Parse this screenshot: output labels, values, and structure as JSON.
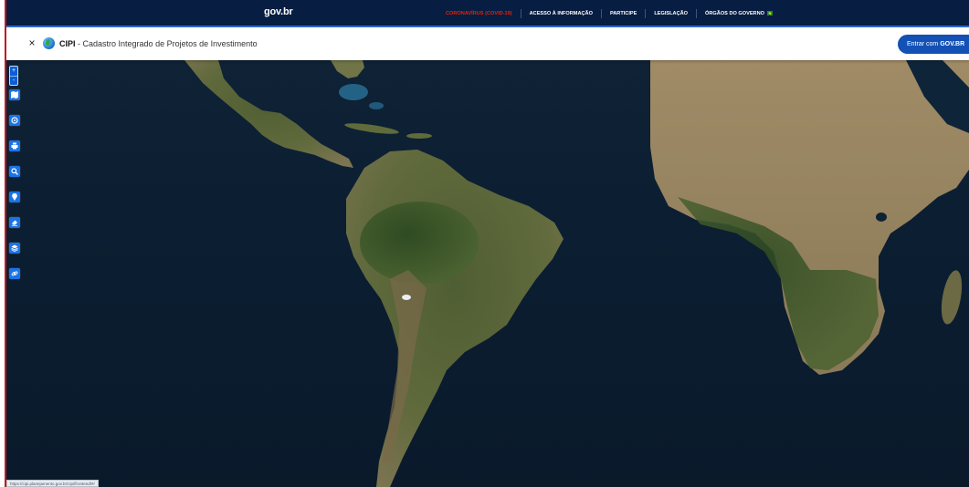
{
  "govbar": {
    "logo": "gov.br",
    "links": [
      {
        "label": "CORONAVÍRUS (COVID-19)",
        "alert": true
      },
      {
        "label": "ACESSO À INFORMAÇÃO",
        "alert": false
      },
      {
        "label": "PARTICIPE",
        "alert": false
      },
      {
        "label": "LEGISLAÇÃO",
        "alert": false
      },
      {
        "label": "ÓRGÃOS DO GOVERNO",
        "alert": false
      }
    ]
  },
  "header": {
    "close_symbol": "×",
    "title_strong": "CIPI",
    "title_rest": " - Cadastro Integrado de Projetos de Investimento",
    "login_prefix": "Entrar com ",
    "login_strong": "GOV.BR"
  },
  "map_toolbar": {
    "zoom_in": "+",
    "zoom_out": "-",
    "tools": [
      "map-icon",
      "target-icon",
      "print-icon",
      "search-icon",
      "pin-icon",
      "eraser-icon",
      "layers-icon",
      "link-icon"
    ]
  },
  "status_bar": {
    "url": "https://cipi.planejamento.gov.br/cipi/frontend/#/"
  },
  "colors": {
    "govbar_bg": "#071d41",
    "alert": "#e52207",
    "primary": "#1351b4",
    "tool_button": "#1a73e8"
  }
}
